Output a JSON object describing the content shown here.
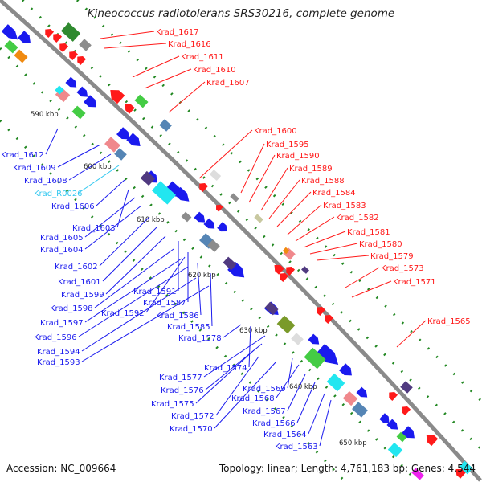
{
  "title": "Kineococcus radiotolerans SRS30216, complete genome",
  "footer": {
    "accession": "Accession: NC_009664",
    "stats": "Topology: linear; Length: 4,761,183 bp; Genes: 4,544"
  },
  "kbp_labels": [
    "590 kbp",
    "600 kbp",
    "610 kbp",
    "620 kbp",
    "630 kbp",
    "640 kbp",
    "650 kbp"
  ],
  "colors": {
    "red": "#ff1a1a",
    "blue": "#1a1aee",
    "cyan": "#22e6f0",
    "rna_label": "#33c8f0",
    "green": "#44cc44",
    "darkgreen": "#2f8a2f",
    "olive": "#7a9a2a",
    "pink": "#f0888c",
    "steel": "#5585b5",
    "purple": "#503a80",
    "gray": "#8c8c8c",
    "orange": "#f08a10",
    "backbone": "#8a8a8a",
    "dots": "#228822"
  },
  "genes_right": [
    "Krad_1617",
    "Krad_1616",
    "Krad_1611",
    "Krad_1610",
    "Krad_1607",
    "Krad_1600",
    "Krad_1595",
    "Krad_1590",
    "Krad_1589",
    "Krad_1588",
    "Krad_1584",
    "Krad_1583",
    "Krad_1582",
    "Krad_1581",
    "Krad_1580",
    "Krad_1579",
    "Krad_1573",
    "Krad_1571",
    "Krad_1565"
  ],
  "genes_left": [
    "Krad_1612",
    "Krad_1609",
    "Krad_1608",
    "Krad_R0026",
    "Krad_1606",
    "Krad_1603",
    "Krad_1605",
    "Krad_1604",
    "Krad_1602",
    "Krad_1601",
    "Krad_1599",
    "Krad_1591",
    "Krad_1587",
    "Krad_1598",
    "Krad_1592",
    "Krad_1586",
    "Krad_1597",
    "Krad_1585",
    "Krad_1596",
    "Krad_1578",
    "Krad_1594",
    "Krad_1593",
    "Krad_1577",
    "Krad_1574",
    "Krad_1576",
    "Krad_1569",
    "Krad_1568",
    "Krad_1575",
    "Krad_1572",
    "Krad_1567",
    "Krad_1566",
    "Krad_1570",
    "Krad_1564",
    "Krad_1563"
  ]
}
